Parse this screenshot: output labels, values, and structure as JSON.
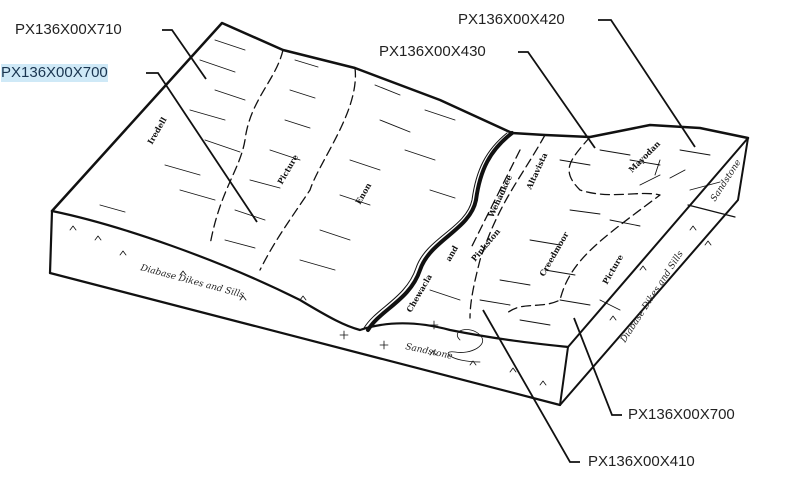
{
  "callouts": {
    "top_left_upper": "PX136X00X710",
    "top_left_selected": "PX136X00X700",
    "top_middle": "PX136X00X430",
    "top_right": "PX136X00X420",
    "bottom_right_upper": "PX136X00X700",
    "bottom_right_lower": "PX136X00X410"
  },
  "soil_labels": {
    "iredell": "Iredell",
    "picture_left": "Picture",
    "enon": "Enon",
    "wehadkee": "Wehadkee",
    "altavista": "Altavista",
    "chewacla": "Chewacla",
    "and": "and",
    "pinkston": "Pinkston",
    "creedmoor": "Creedmoor",
    "picture_right": "Picture",
    "mayodan": "Mayodan"
  },
  "rock_labels": {
    "diabase_front": "Diabase Dikes and Sills",
    "sandstone_front": "Sandstone",
    "diabase_right": "Diabase Dikes and Sills",
    "sandstone_right": "Sandstone"
  },
  "colors": {
    "selection": "#cfe9f7",
    "ink": "#111111"
  }
}
